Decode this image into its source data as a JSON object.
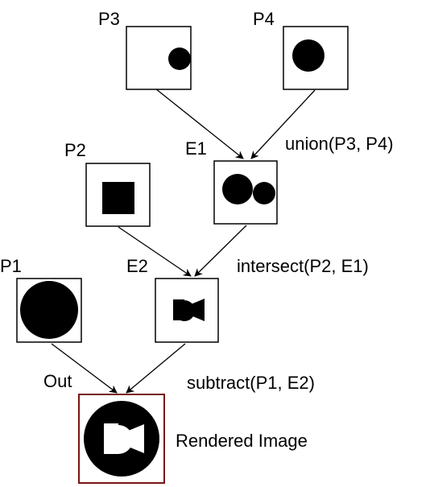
{
  "nodes": {
    "p3": {
      "label": "P3"
    },
    "p4": {
      "label": "P4"
    },
    "p2": {
      "label": "P2"
    },
    "e1": {
      "label": "E1",
      "operation": "union(P3, P4)"
    },
    "p1": {
      "label": "P1"
    },
    "e2": {
      "label": "E2",
      "operation": "intersect(P2, E1)"
    },
    "out": {
      "label": "Out",
      "operation": "subtract(P1, E2)",
      "caption": "Rendered Image"
    }
  },
  "colors": {
    "box_stroke": "#000000",
    "output_frame": "#7a1414",
    "shape_fill": "#000000"
  },
  "icons": {
    "p3": "small-circle-icon",
    "p4": "circle-icon",
    "p2": "square-icon",
    "e1": "two-circles-union-icon",
    "p1": "large-circle-icon",
    "e2": "intersection-shape-icon",
    "out": "subtracted-circle-icon"
  }
}
